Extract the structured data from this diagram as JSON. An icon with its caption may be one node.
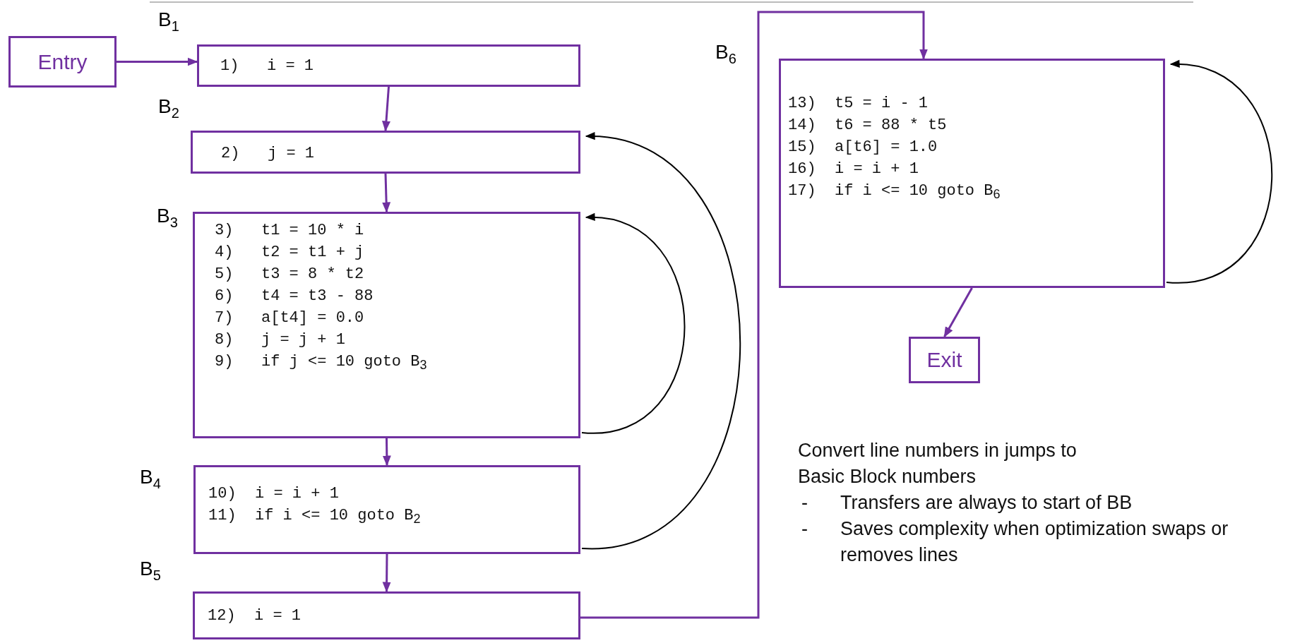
{
  "diagram": {
    "nodes": [
      {
        "text": [
          "Entry"
        ]
      },
      {
        "text": [
          "1)   i = 1"
        ],
        "beside": [
          "B$_{1}$"
        ]
      },
      {
        "text": [
          "2)   j = 1"
        ],
        "beside": [
          "B$_{2}$"
        ]
      },
      {
        "text": [
          "3)   t1 = 10 * i",
          "4)   t2 = t1 + j",
          "5)   t3 = 8 * t2",
          "6)   t4 = t3 - 88",
          "7)   a[t4] = 0.0",
          "8)   j = j + 1",
          "9)   if j <= 10 goto B$_{3}$"
        ],
        "beside": [
          "B$_{3}$"
        ]
      },
      {
        "text": [
          "10)  i = i + 1",
          "11)  if i <= 10 goto B$_{2}$"
        ],
        "beside": [
          "B$_{4}$"
        ]
      },
      {
        "text": [
          "12)  i = 1"
        ],
        "beside": [
          "B$_{5}$"
        ]
      },
      {
        "text": [
          "13)  t5 = i - 1",
          "14)  t6 = 88 * t5",
          "15)  a[t6] = 1.0",
          "16)  i = i + 1",
          "17)  if i <= 10 goto B$_{6}$"
        ],
        "beside": [
          "B$_{6}$"
        ]
      },
      {
        "text": [
          "Exit"
        ]
      }
    ],
    "edges": [
      {
        "from": 0,
        "to": 1,
        "arrow": "to"
      },
      {
        "from": 1,
        "to": 2,
        "arrow": "to"
      },
      {
        "from": 2,
        "to": 3,
        "arrow": "to"
      },
      {
        "from": 3,
        "to": 4,
        "arrow": "to"
      },
      {
        "from": 4,
        "to": 5,
        "arrow": "to"
      },
      {
        "from": 5,
        "to": 6,
        "arrow": "to"
      },
      {
        "from": 6,
        "to": 7,
        "arrow": "to"
      },
      {
        "from": 3,
        "to": 3,
        "arrow": "to",
        "color": "#000000"
      },
      {
        "from": 4,
        "to": 2,
        "arrow": "to",
        "color": "#000000"
      },
      {
        "from": 6,
        "to": 6,
        "arrow": "to",
        "color": "#000000"
      }
    ],
    "labels": [
      "Convert line numbers in jumps to Basic Block numbers",
      "-",
      "Transfers are always to start of BB",
      "-",
      "Saves complexity when optimization swaps or removes lines"
    ]
  }
}
